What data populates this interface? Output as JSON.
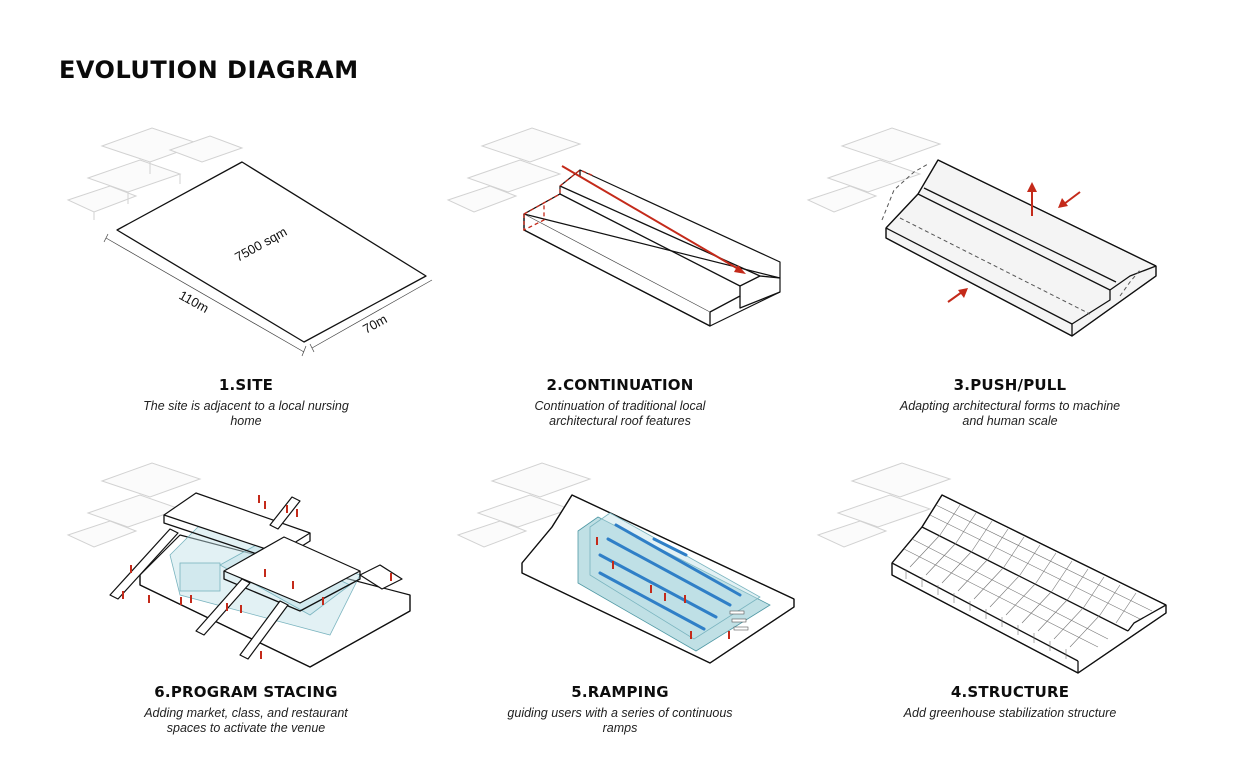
{
  "title": "EVOLUTION DIAGRAM",
  "panels": [
    {
      "id": "site",
      "title": "1.SITE",
      "description": "The site is adjacent to a local nursing home"
    },
    {
      "id": "continuation",
      "title": "2.CONTINUATION",
      "description": "Continuation of traditional local architectural roof features"
    },
    {
      "id": "push-pull",
      "title": "3.PUSH/PULL",
      "description": "Adapting architectural forms to machine and human scale"
    },
    {
      "id": "program-stacing",
      "title": "6.PROGRAM STACING",
      "description": "Adding market, class, and restaurant spaces to activate the venue"
    },
    {
      "id": "ramping",
      "title": "5.RAMPING",
      "description": "guiding users with a series of continuous ramps"
    },
    {
      "id": "structure",
      "title": "4.STRUCTURE",
      "description": "Add greenhouse stabilization structure"
    }
  ],
  "site_labels": {
    "area": "7500 sqm",
    "length": "110m",
    "width": "70m"
  },
  "colors": {
    "accent_red": "#c42a1a",
    "ramp_blue": "#2f7fc7",
    "glass_teal": "#8cc6cf",
    "ghost_gray": "#d2d2d2"
  }
}
